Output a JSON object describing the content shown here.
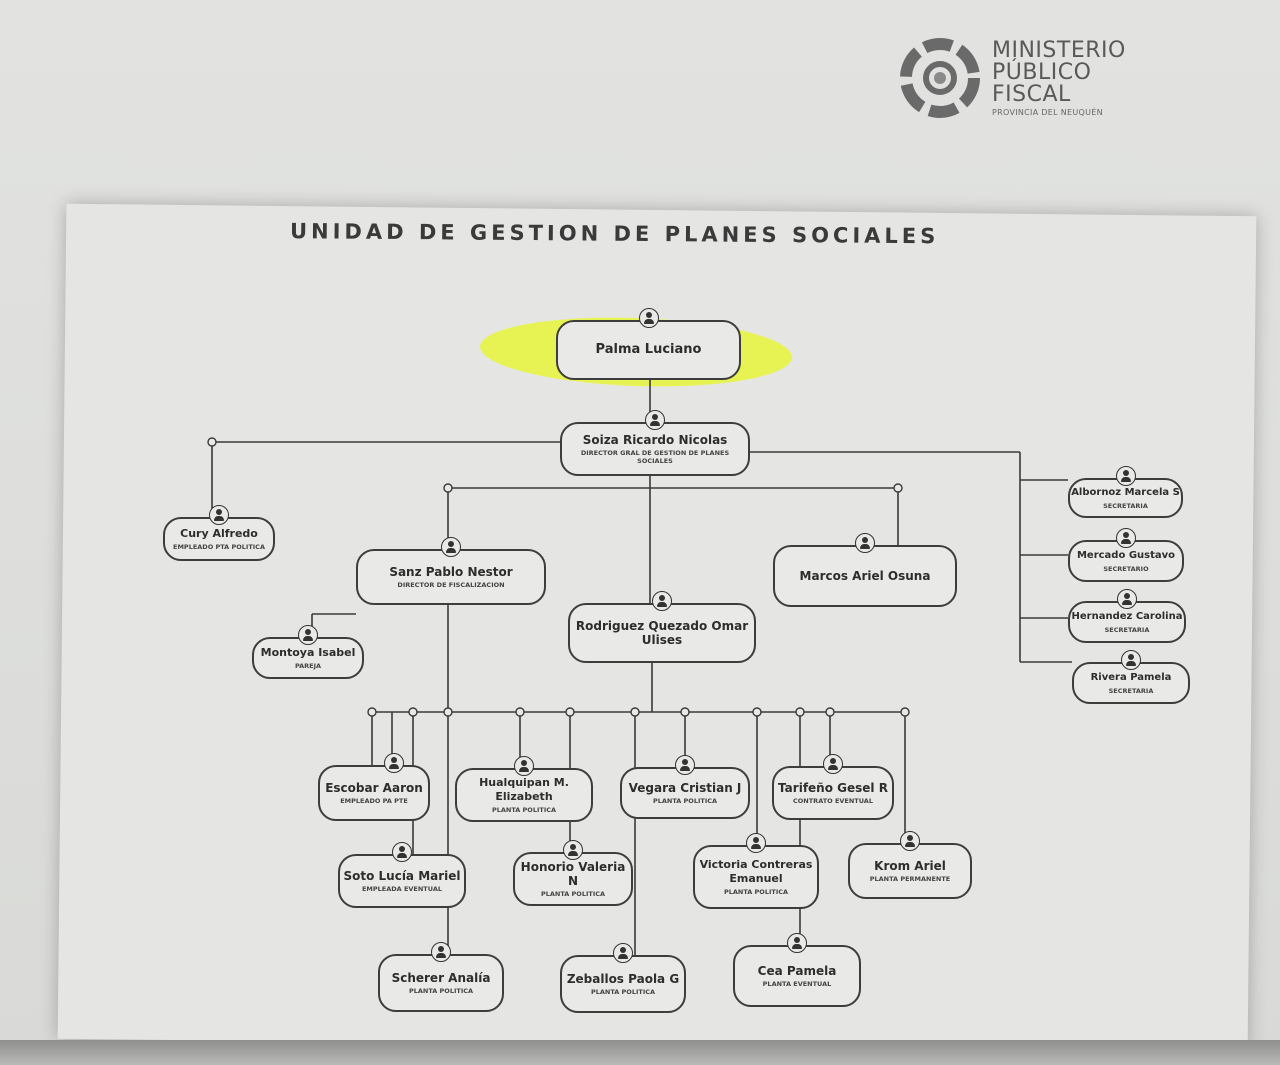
{
  "logo": {
    "line1": "MINISTERIO",
    "line2": "PÚBLICO",
    "line3": "FISCAL",
    "line4": "PROVINCIA DEL NEUQUÉN"
  },
  "title": "UNIDAD DE GESTION DE PLANES SOCIALES",
  "highlight_color": "#e8f53a",
  "nodes": {
    "palma": {
      "name": "Palma Luciano",
      "role": ""
    },
    "soiza": {
      "name": "Soiza Ricardo Nicolas",
      "role": "DIRECTOR GRAL DE GESTION DE PLANES SOCIALES"
    },
    "cury": {
      "name": "Cury Alfredo",
      "role": "EMPLEADO PTA POLITICA"
    },
    "sanz": {
      "name": "Sanz Pablo Nestor",
      "role": "DIRECTOR DE FISCALIZACION"
    },
    "marcos": {
      "name": "Marcos Ariel Osuna",
      "role": ""
    },
    "montoya": {
      "name": "Montoya Isabel",
      "role": "PAREJA"
    },
    "rodriguez": {
      "name": "Rodriguez Quezado Omar Ulises",
      "role": ""
    },
    "albornoz": {
      "name": "Albornoz Marcela S",
      "role": "SECRETARIA"
    },
    "mercado": {
      "name": "Mercado Gustavo",
      "role": "SECRETARIO"
    },
    "hernandez": {
      "name": "Hernandez Carolina",
      "role": "SECRETARIA"
    },
    "rivera": {
      "name": "Rivera Pamela",
      "role": "SECRETARIA"
    },
    "escobar": {
      "name": "Escobar Aaron",
      "role": "EMPLEADO PA PTE"
    },
    "hualquipan": {
      "name": "Hualquipan M. Elizabeth",
      "role": "PLANTA POLITICA"
    },
    "vegara": {
      "name": "Vegara Cristian J",
      "role": "PLANTA POLITICA"
    },
    "tarifeno": {
      "name": "Tarifeño Gesel R",
      "role": "CONTRATO EVENTUAL"
    },
    "soto": {
      "name": "Soto Lucía Mariel",
      "role": "EMPLEADA EVENTUAL"
    },
    "honorio": {
      "name": "Honorio Valeria N",
      "role": "PLANTA POLITICA"
    },
    "victoria": {
      "name": "Victoria Contreras Emanuel",
      "role": "PLANTA POLITICA"
    },
    "krom": {
      "name": "Krom Ariel",
      "role": "PLANTA PERMANENTE"
    },
    "scherer": {
      "name": "Scherer Analía",
      "role": "PLANTA POLITICA"
    },
    "zeballos": {
      "name": "Zeballos Paola G",
      "role": "PLANTA POLITICA"
    },
    "cea": {
      "name": "Cea Pamela",
      "role": "PLANTA EVENTUAL"
    }
  }
}
